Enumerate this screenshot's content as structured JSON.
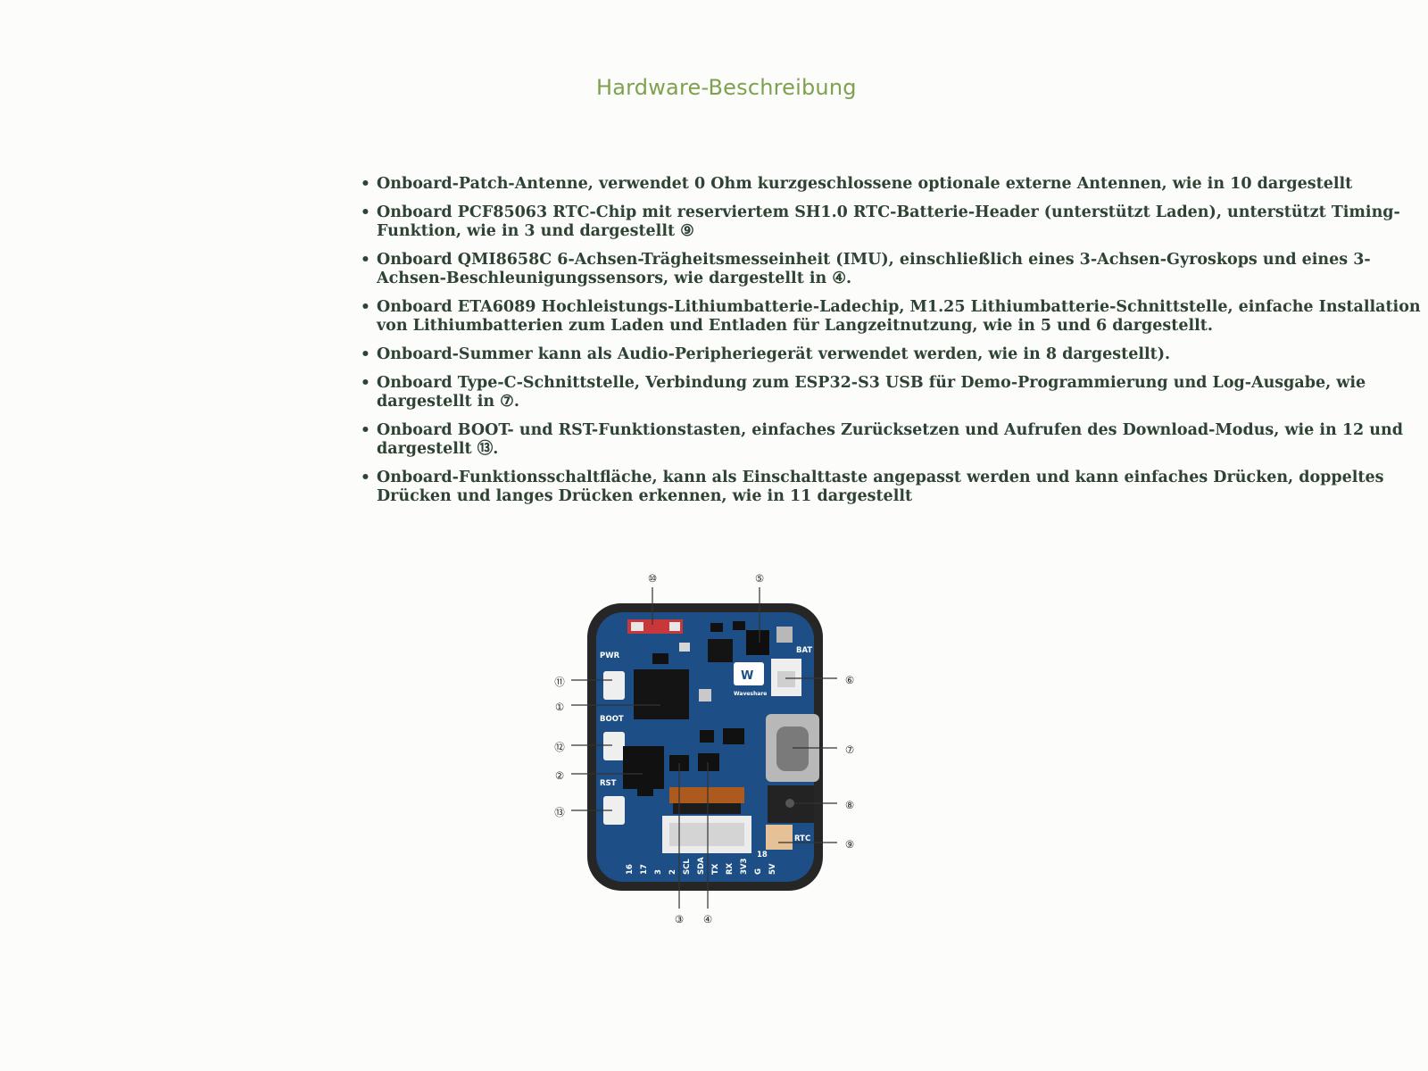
{
  "page": {
    "title": "Hardware-Beschreibung"
  },
  "features": [
    "Onboard-Patch-Antenne, verwendet 0 Ohm kurzgeschlossene optionale externe Antennen, wie in 10 dargestellt",
    "Onboard PCF85063 RTC-Chip mit reserviertem SH1.0 RTC-Batterie-Header (unterstützt Laden), unterstützt Timing-Funktion, wie in 3 und dargestellt ⑨",
    "Onboard QMI8658C 6-Achsen-Trägheitsmesseinheit (IMU), einschließlich eines 3-Achsen-Gyroskops und eines 3-Achsen-Beschleunigungssensors, wie dargestellt in ④.",
    "Onboard ETA6089 Hochleistungs-Lithiumbatterie-Ladechip, M1.25 Lithiumbatterie-Schnittstelle, einfache Installation von Lithiumbatterien zum Laden und Entladen für Langzeitnutzung, wie in 5 und 6 dargestellt.",
    "Onboard-Summer kann als Audio-Peripheriegerät verwendet werden, wie in 8 dargestellt).",
    "Onboard Type-C-Schnittstelle, Verbindung zum ESP32-S3 USB für Demo-Programmierung und Log-Ausgabe, wie dargestellt in ⑦.",
    "Onboard BOOT- und RST-Funktionstasten, einfaches Zurücksetzen und Aufrufen des Download-Modus, wie in 12 und dargestellt ⑬.",
    "Onboard-Funktionsschaltfläche, kann als Einschalttaste angepasst werden und kann einfaches Drücken, doppeltes Drücken und langes Drücken erkennen, wie in 11 dargestellt"
  ],
  "diagram": {
    "callouts": [
      "⑩",
      "⑤",
      "⑪",
      "①",
      "⑫",
      "②",
      "⑬",
      "⑥",
      "⑦",
      "⑧",
      "⑨",
      "③",
      "④"
    ],
    "silkscreen": {
      "pwr": "PWR",
      "boot": "BOOT",
      "rst": "RST",
      "bat": "BAT",
      "rtc": "RTC",
      "brand": "Waveshare",
      "pins": [
        "16",
        "17",
        "3",
        "2",
        "SCL",
        "SDA",
        "TX",
        "RX",
        "3V3",
        "G",
        "5V"
      ],
      "connector_number": "18"
    },
    "colors": {
      "pcb": "#1d4f86",
      "bezel": "#262626"
    }
  }
}
